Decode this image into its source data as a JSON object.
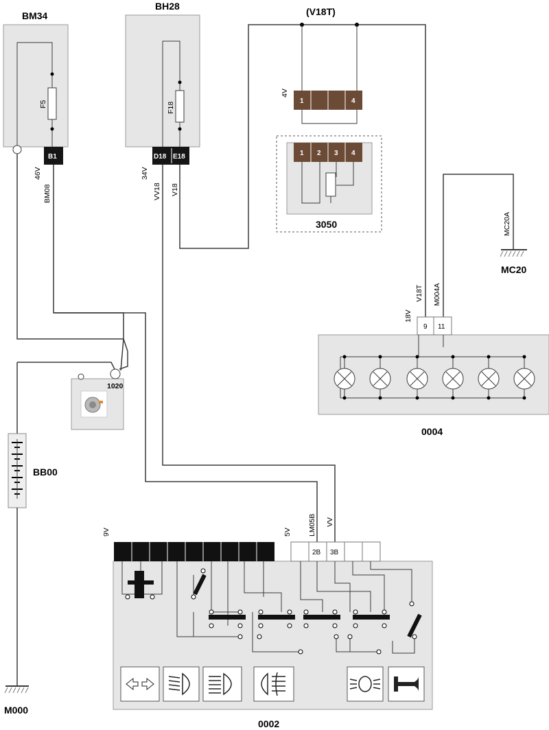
{
  "components": {
    "bm34": {
      "name": "BM34",
      "fuse": "F5",
      "pin": "B1"
    },
    "bh28": {
      "name": "BH28",
      "fuse": "F18",
      "pin_d": "D18",
      "pin_e": "E18"
    },
    "v18t": {
      "name": "(V18T)"
    },
    "connector_4v": {
      "label": "4V",
      "pin_1": "1",
      "pin_4": "4"
    },
    "relay_3050": {
      "name": "3050",
      "pins": [
        "1",
        "2",
        "3",
        "4"
      ]
    },
    "mc20": {
      "name": "MC20",
      "wire": "MC20A"
    },
    "cluster_0004": {
      "name": "0004",
      "connector": "18V",
      "pin_9": "9",
      "pin_11": "11",
      "wire_9": "V18T",
      "wire_11": "M004A"
    },
    "alternator_1020": {
      "name": "1020"
    },
    "battery": {
      "name": "BB00"
    },
    "ground_m000": {
      "name": "M000"
    },
    "switch_0002": {
      "name": "0002",
      "connector_9v": "9V",
      "connector_5v": "5V",
      "pin_2b": "2B",
      "pin_3b": "3B",
      "wire_2b": "LM05B",
      "wire_3b": "VV"
    }
  },
  "wires": {
    "bm34_conn": "46V",
    "bm34_wire": "BM08",
    "bh28_conn": "34V",
    "bh28_wire_d": "VV18",
    "bh28_wire_e": "V18"
  },
  "icons": [
    "turn-signal-icon",
    "low-beam-icon",
    "high-beam-icon",
    "rear-fog-icon",
    "front-fog-icon",
    "horn-icon"
  ]
}
